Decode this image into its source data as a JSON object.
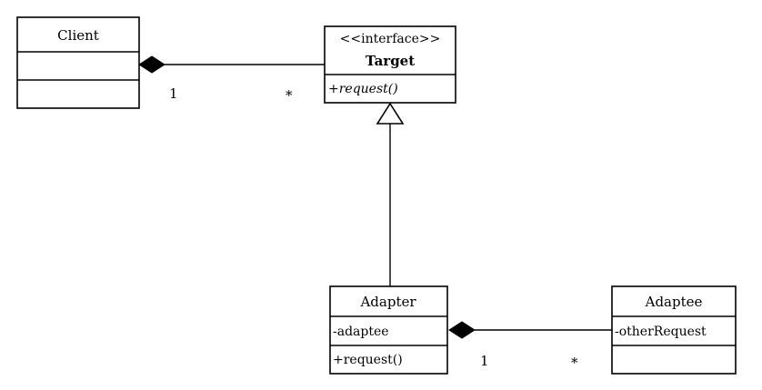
{
  "classes": {
    "client": {
      "name": "Client",
      "attributes": "",
      "operations": ""
    },
    "target": {
      "stereotype": "<<interface>>",
      "name": "Target",
      "operation": "+request()"
    },
    "adapter": {
      "name": "Adapter",
      "attribute": "-adaptee",
      "operation": "+request()"
    },
    "adaptee": {
      "name": "Adaptee",
      "attribute": "-otherRequest",
      "operations": ""
    }
  },
  "relationships": {
    "client_target": {
      "type": "composition",
      "source_multiplicity": "1",
      "target_multiplicity": "*"
    },
    "adapter_target": {
      "type": "realization"
    },
    "adapter_adaptee": {
      "type": "composition",
      "source_multiplicity": "1",
      "target_multiplicity": "*"
    }
  }
}
